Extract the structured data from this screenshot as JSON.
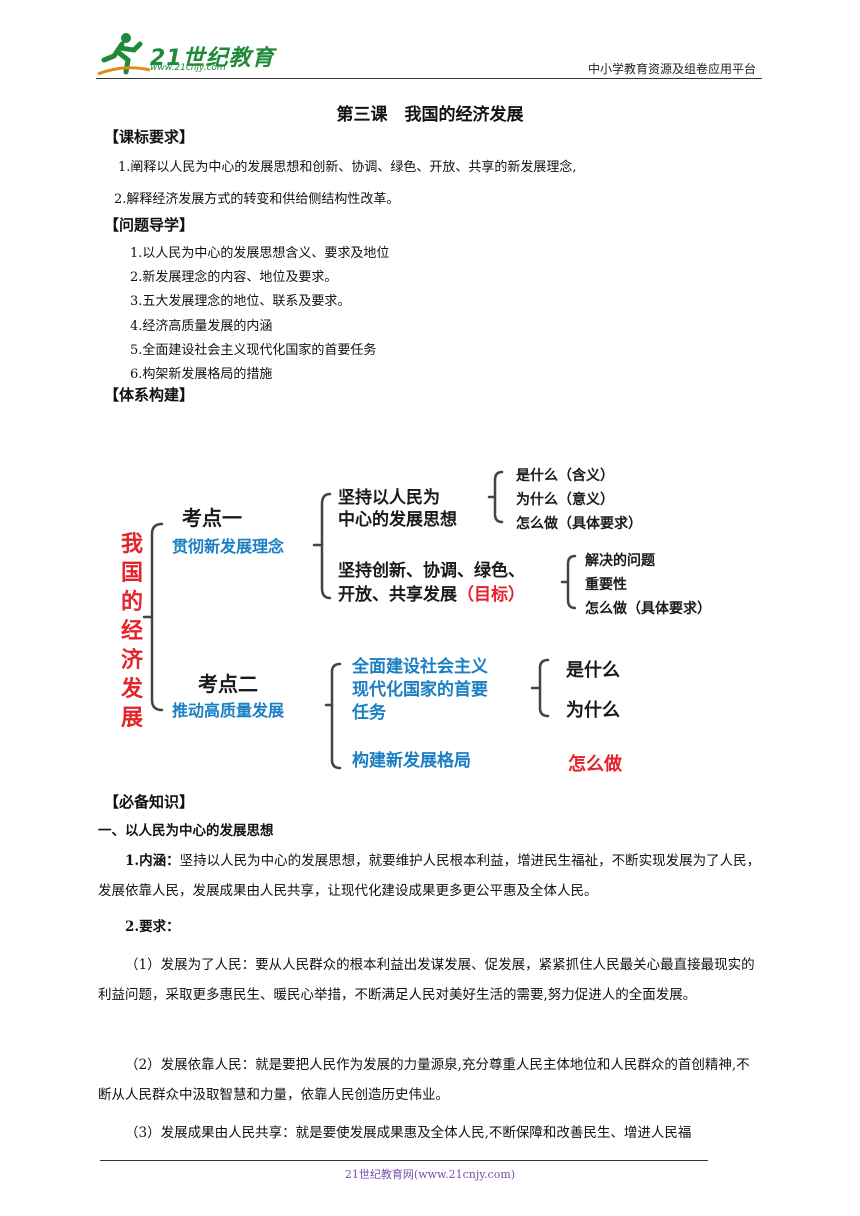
{
  "header": {
    "logo_text": "21世纪教育",
    "logo_url": "www.21cnjy.com",
    "platform": "中小学教育资源及组卷应用平台"
  },
  "title": "第三课　我国的经济发展",
  "curriculum": {
    "heading": "【课标要求】",
    "items": [
      "1.阐释以人民为中心的发展思想和创新、协调、绿色、开放、共享的新发展理念,",
      "2.解释经济发展方式的转变和供给侧结构性改革。"
    ]
  },
  "guide": {
    "heading": "【问题导学】",
    "items": [
      "1.以人民为中心的发展思想含义、要求及地位",
      "2.新发展理念的内容、地位及要求。",
      "3.五大发展理念的地位、联系及要求。",
      "4.经济高质量发展的内涵",
      "5.全面建设社会主义现代化国家的首要任务",
      "6.构架新发展格局的措施"
    ]
  },
  "system": {
    "heading": "【体系构建】",
    "root_chars": [
      "我",
      "国",
      "的",
      "经",
      "济",
      "发",
      "展"
    ],
    "point1": {
      "label": "考点一",
      "topic": "贯彻新发展理念"
    },
    "p1a": {
      "line1": "坚持以人民为",
      "line2": "中心的发展思想",
      "leaves": [
        "是什么（含义）",
        "为什么（意义）",
        "怎么做（具体要求）"
      ]
    },
    "p1b": {
      "line1": "坚持创新、协调、绿色、",
      "line2": "开放、共享发展",
      "tag": "（目标）",
      "leaves": [
        "解决的问题",
        "重要性",
        "怎么做（具体要求）"
      ]
    },
    "point2": {
      "label": "考点二",
      "topic": "推动高质量发展"
    },
    "p2a": {
      "line1": "全面建设社会主义",
      "line2": "现代化国家的首要",
      "line3": "任务",
      "leaves": [
        "是什么",
        "为什么"
      ]
    },
    "p2b": {
      "text": "构建新发展格局",
      "leaf": "怎么做"
    },
    "colors": {
      "red": "#e5232a",
      "blue": "#1b7fc4",
      "dark": "#1a1a1a"
    }
  },
  "knowledge": {
    "heading": "【必备知识】",
    "subheading": "一、以人民为中心的发展思想",
    "p1_label": "1.内涵：",
    "p1": "坚持以人民为中心的发展思想，就要维护人民根本利益，增进民生福祉，不断实现发展为了人民，发展依靠人民，发展成果由人民共享，让现代化建设成果更多更公平惠及全体人民。",
    "p2_label": "2.要求：",
    "r1": "（1）发展为了人民：要从人民群众的根本利益出发谋发展、促发展，紧紧抓住人民最关心最直接最现实的利益问题，采取更多惠民生、暖民心举措，不断满足人民对美好生活的需要,努力促进人的全面发展。",
    "r2": "（2）发展依靠人民：就是要把人民作为发展的力量源泉,充分尊重人民主体地位和人民群众的首创精神,不断从人民群众中汲取智慧和力量，依靠人民创造历史伟业。",
    "r3": "（3）发展成果由人民共享：就是要使发展成果惠及全体人民,不断保障和改善民生、增进人民福"
  },
  "footer": "21世纪教育网(www.21cnjy.com)"
}
